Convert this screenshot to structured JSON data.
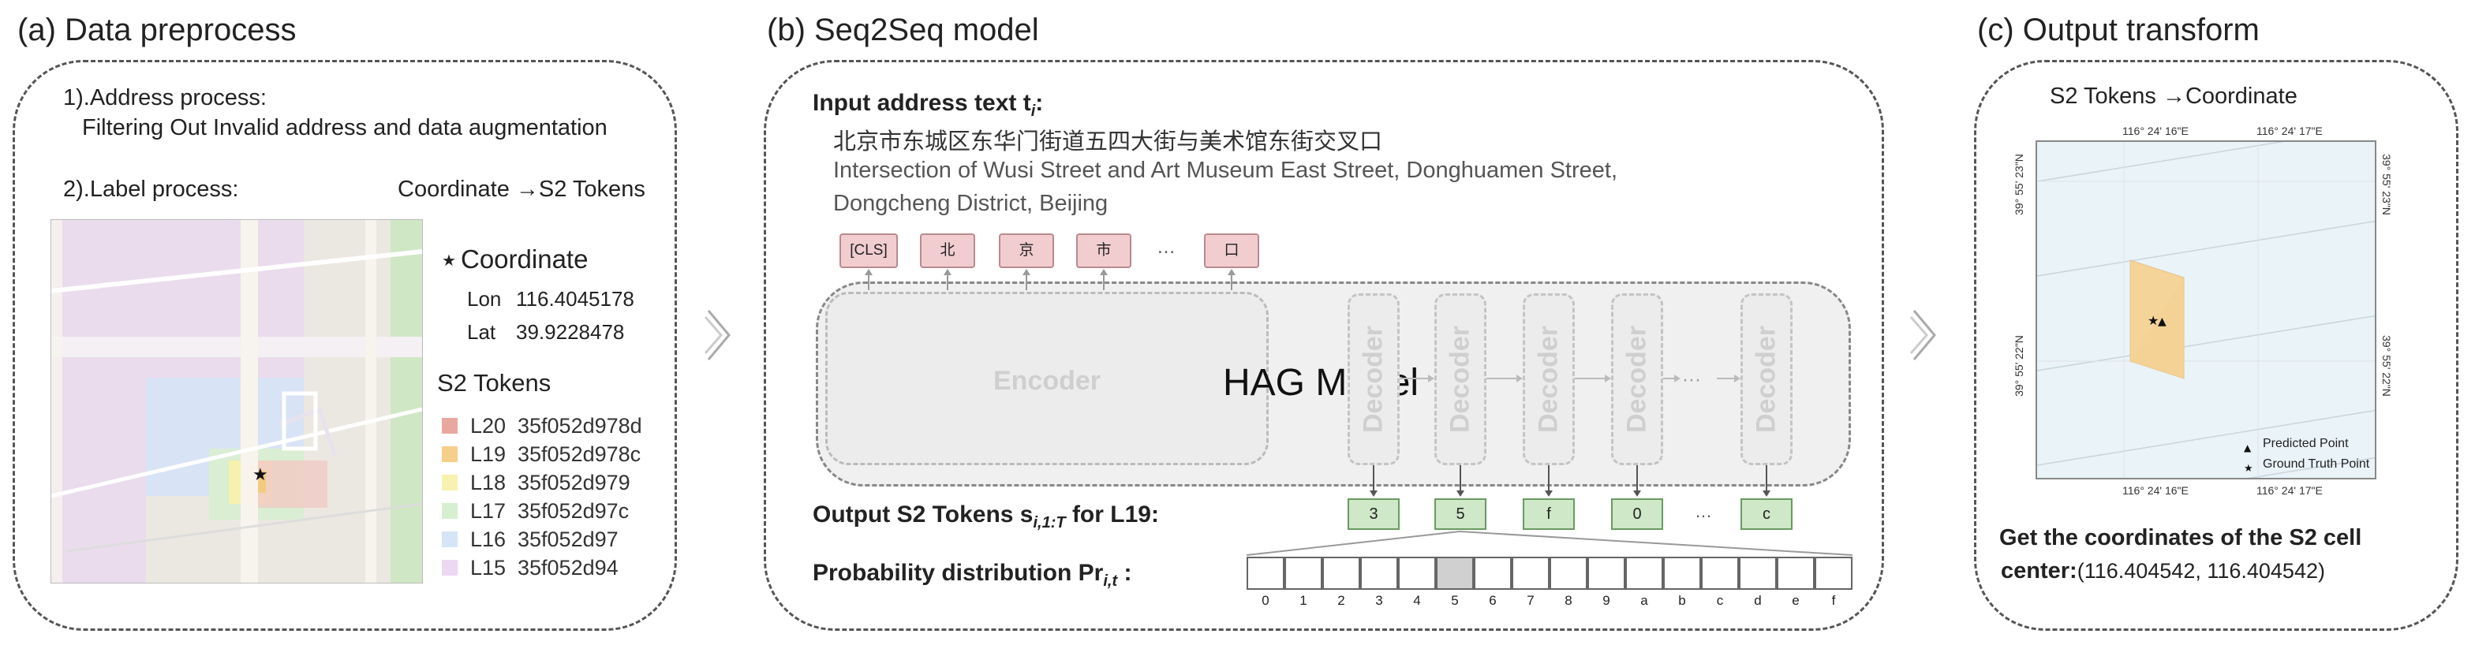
{
  "panel_a": {
    "title": "(a) Data preprocess",
    "step1_line1": "1).Address process:",
    "step1_line2": "Filtering Out Invalid address and data augmentation",
    "step2": "2).Label process:",
    "transform_label": "Coordinate →S2 Tokens",
    "coordinate_heading": "Coordinate",
    "lon_label": "Lon",
    "lon_value": "116.4045178",
    "lat_label": "Lat",
    "lat_value": "39.9228478",
    "tokens_heading": "S2 Tokens",
    "tokens": [
      {
        "level": "L20",
        "token": "35f052d978d",
        "color": "#e8a8a0"
      },
      {
        "level": "L19",
        "token": "35f052d978c",
        "color": "#f5d08a"
      },
      {
        "level": "L18",
        "token": "35f052d979",
        "color": "#f7f2b0"
      },
      {
        "level": "L17",
        "token": "35f052d97c",
        "color": "#d6efd0"
      },
      {
        "level": "L16",
        "token": "35f052d97",
        "color": "#d6e4f7"
      },
      {
        "level": "L15",
        "token": "35f052d94",
        "color": "#ecd8f2"
      }
    ]
  },
  "panel_b": {
    "title": "(b) Seq2Seq model",
    "input_label": "Input address text t",
    "input_sub": "i",
    "input_cn": "北京市东城区东华门街道五四大街与美术馆东街交叉口",
    "input_en_line1": "Intersection of Wusi Street and Art Museum East Street, Donghuamen Street,",
    "input_en_line2": "Dongcheng District, Beijing",
    "input_tokens": [
      "[CLS]",
      "北",
      "京",
      "市",
      "…",
      "口"
    ],
    "model_label": "HAG Model",
    "encoder_label": "Encoder",
    "decoder_label": "Decoder",
    "decoder_ellipsis": "···",
    "output_label": "Output S2 Tokens s",
    "output_sub": "i,1:T",
    "output_suffix": " for L19:",
    "output_tokens": [
      "3",
      "5",
      "f",
      "0",
      "…",
      "c"
    ],
    "prob_label": "Probability distribution Pr",
    "prob_sub": "i,t",
    "prob_suffix": " :",
    "prob_cells": [
      "0",
      "1",
      "2",
      "3",
      "4",
      "5",
      "6",
      "7",
      "8",
      "9",
      "a",
      "b",
      "c",
      "d",
      "e",
      "f"
    ],
    "prob_highlight_index": 5
  },
  "panel_c": {
    "title": "(c) Output transform",
    "subtitle": "S2 Tokens →Coordinate",
    "top_ticks": [
      "116° 24' 16\"E",
      "116° 24' 17\"E"
    ],
    "bottom_ticks": [
      "116° 24' 16\"E",
      "116° 24' 17\"E"
    ],
    "left_ticks": [
      "39° 55' 23\"N",
      "39° 55' 22\"N"
    ],
    "right_ticks": [
      "39° 55' 23\"N",
      "39° 55' 22\"N"
    ],
    "legend_predicted": "Predicted Point",
    "legend_truth": "Ground Truth Point",
    "result_line1": "Get the coordinates of the S2 cell",
    "result_prefix": "center:",
    "result_value": "(116.404542, 116.404542)"
  }
}
